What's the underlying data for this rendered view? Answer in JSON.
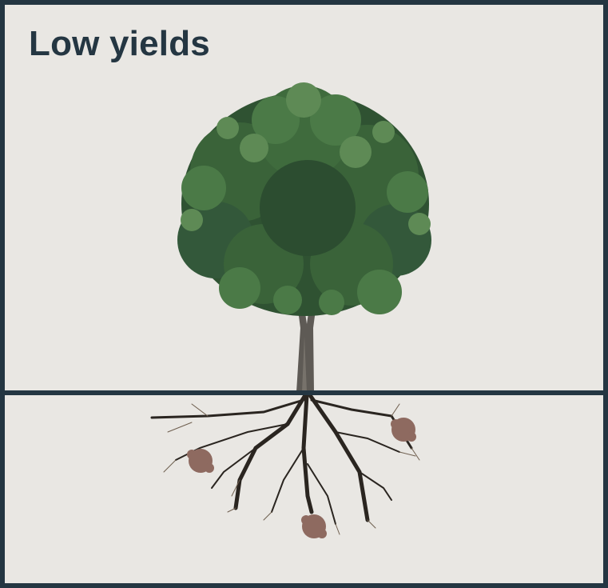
{
  "title": "Low yields",
  "colors": {
    "frame": "#243642",
    "background": "#e9e7e3",
    "foliage_dark": "#2f5232",
    "foliage_mid": "#3f6b3d",
    "foliage_light": "#5e8a55",
    "trunk": "#5e5a55",
    "roots": "#2a2520",
    "nutrient": "#8e6a60"
  },
  "nutrients": [
    {
      "name": "nutrient-particle-left"
    },
    {
      "name": "nutrient-particle-right"
    },
    {
      "name": "nutrient-particle-bottom"
    }
  ]
}
